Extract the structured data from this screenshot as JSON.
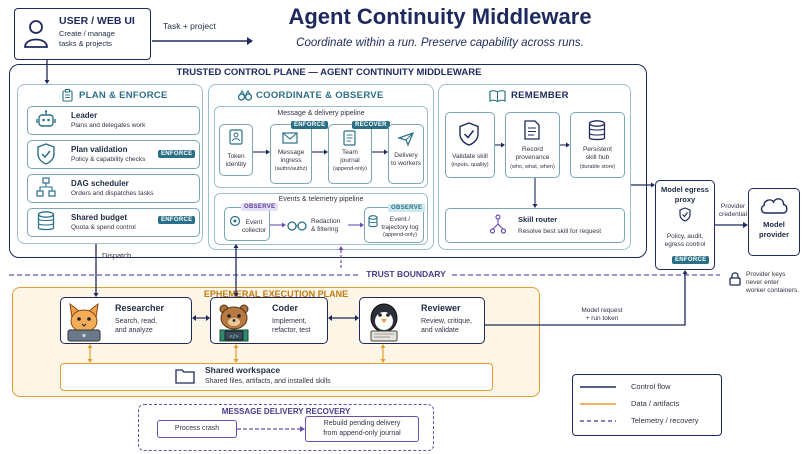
{
  "title": "Agent Continuity Middleware",
  "subtitle": "Coordinate within a run. Preserve capability across runs.",
  "user_box": {
    "title": "USER / WEB UI",
    "line1": "Create / manage",
    "line2": "tasks & projects"
  },
  "task_arrow_label": "Task + project",
  "trusted_plane_title": "TRUSTED CONTROL PLANE — AGENT CONTINUITY MIDDLEWARE",
  "plan": {
    "title": "PLAN & ENFORCE",
    "items": [
      {
        "title": "Leader",
        "desc": "Plans and delegates work",
        "badge": ""
      },
      {
        "title": "Plan validation",
        "desc": "Policy & capability checks",
        "badge": "ENFORCE"
      },
      {
        "title": "DAG scheduler",
        "desc": "Orders and dispatches tasks",
        "badge": ""
      },
      {
        "title": "Shared budget",
        "desc": "Quota & spend control",
        "badge": "ENFORCE"
      }
    ]
  },
  "coordinate": {
    "title": "COORDINATE & OBSERVE",
    "msg_pipeline_title": "Message & delivery pipeline",
    "token": {
      "line1": "Token",
      "line2": "identity"
    },
    "ingress": {
      "line1": "Message",
      "line2": "ingress",
      "line3": "(authn/authz)",
      "badge": "ENFORCE"
    },
    "journal": {
      "line1": "Team",
      "line2": "journal",
      "line3": "(append-only)",
      "badge": "RECOVER"
    },
    "delivery": {
      "line1": "Delivery",
      "line2": "to workers"
    },
    "events_title": "Events & telemetry pipeline",
    "collector": {
      "line1": "Event",
      "line2": "collector",
      "badge": "OBSERVE"
    },
    "redaction": {
      "line1": "Redaction",
      "line2": "& filtering"
    },
    "eventlog": {
      "line1": "Event /",
      "line2": "trajectory log",
      "line3": "(append-only)",
      "badge": "OBSERVE"
    }
  },
  "remember": {
    "title": "REMEMBER",
    "validate": {
      "line1": "Validate skill",
      "line2": "(inputs, quality)"
    },
    "provenance": {
      "line1": "Record",
      "line2": "provenance",
      "line3": "(who, what, when)"
    },
    "hub": {
      "line1": "Persistent",
      "line2": "skill hub",
      "line3": "(durable store)"
    },
    "router": {
      "line1": "Skill router",
      "line2": "Resolve best skill for request"
    }
  },
  "egress": {
    "line1": "Model egress",
    "line2": "proxy",
    "line3": "Policy, audit,",
    "line4": "egress control",
    "badge": "ENFORCE"
  },
  "provider_credential": {
    "line1": "Provider",
    "line2": "credential"
  },
  "model_provider": {
    "line1": "Model",
    "line2": "provider"
  },
  "provider_note": {
    "line1": "Provider keys",
    "line2": "never enter",
    "line3": "worker containers."
  },
  "dispatch_label": "Dispatch",
  "trust_boundary": "TRUST BOUNDARY",
  "ephemeral_title": "EPHEMERAL EXECUTION PLANE",
  "workers": [
    {
      "title": "Researcher",
      "line1": "Search, read,",
      "line2": "and analyze"
    },
    {
      "title": "Coder",
      "line1": "Implement,",
      "line2": "refactor, test"
    },
    {
      "title": "Reviewer",
      "line1": "Review, critique,",
      "line2": "and validate"
    }
  ],
  "model_request": {
    "line1": "Model request",
    "line2": "+ run token"
  },
  "workspace": {
    "title": "Shared workspace",
    "desc": "Shared files, artifacts, and installed skills"
  },
  "recovery": {
    "title": "MESSAGE DELIVERY RECOVERY",
    "crash": "Process crash",
    "rebuild1": "Rebuild pending delivery",
    "rebuild2": "from append-only journal"
  },
  "legend": [
    {
      "label": "Control flow",
      "color": "#1e2a5e",
      "style": "solid"
    },
    {
      "label": "Data / artifacts",
      "color": "#e0a030",
      "style": "solid"
    },
    {
      "label": "Telemetry / recovery",
      "color": "#6a4fb0",
      "style": "dashed"
    }
  ],
  "colors": {
    "navy": "#1e2a5e",
    "teal": "#2a7088",
    "orange": "#e0a030",
    "purple": "#6a4fb0"
  }
}
